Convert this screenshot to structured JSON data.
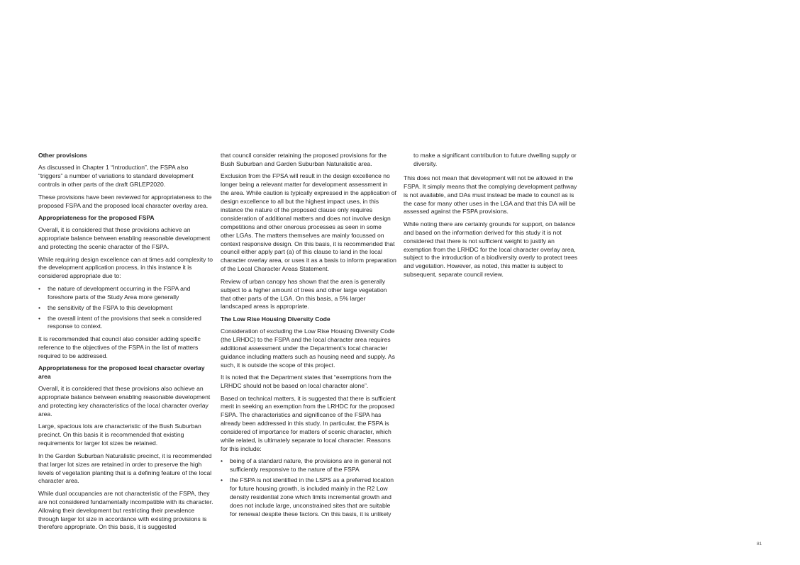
{
  "col1": {
    "h_other": "Other provisions",
    "p1": "As discussed in Chapter 1 “Introduction”, the FSPA also “triggers” a number of variations to standard development controls in other parts of the draft GRLEP2020.",
    "p2": "These provisions have been reviewed for appropriateness to the proposed FSPA and the proposed local character overlay area.",
    "h_fspa": "Appropriateness for the proposed FSPA",
    "p3": "Overall, it is considered that these provisions achieve an appropriate balance between enabling reasonable development and protecting the scenic character of the FSPA.",
    "p4": "While requiring design excellence can at times add complexity to the development application process, in this instance it is considered appropriate due to:",
    "bullets": [
      "the nature of development occurring in the FSPA and foreshore parts of the Study Area more generally",
      "the sensitivity of the FSPA to this development",
      "the overall intent of the provisions that seek a considered response to context."
    ],
    "p5": "It is recommended that council also consider adding specific reference to the objectives of the FSPA in the list of matters required to be addressed.",
    "h_lco": "Appropriateness for the proposed local character overlay area",
    "p6": "Overall, it is considered that these provisions also achieve an appropriate balance between enabling reasonable development and protecting key characteristics of the local character overlay area.",
    "p7": "Large, spacious lots are characteristic of the Bush Suburban precinct. On this basis it is recommended that existing requirements for larger lot sizes be retained.",
    "p8": "In the Garden Suburban Naturalistic precinct, it is recommended that larger lot sizes are retained in order to preserve the high levels of vegetation planting that is a defining feature of the local character area.",
    "p9": "While dual occupancies are not characteristic of the FSPA, they are not considered fundamentally incompatible with its character. Allowing their development but restricting their prevalence through larger lot size in accordance with existing provisions is therefore appropriate. On this basis, it is suggested"
  },
  "col2": {
    "p1": "that council consider retaining the proposed provisions for the Bush Suburban and Garden Suburban Naturalistic area.",
    "p2": "Exclusion from the FPSA will result in the design excellence no longer being a relevant matter for development assessment in the area. While caution is typically expressed in the application of design excellence to all but the highest impact uses, in this instance the nature of the proposed clause only requires consideration of additional matters and does not involve design competitions and other onerous processes as seen in some other LGAs. The matters themselves are mainly focussed on context responsive design. On this basis, it is recommended that council either apply part (a) of this clause to land in the local character overlay area, or uses it as a basis to inform preparation of the Local Character Areas Statement.",
    "p3": "Review of urban canopy has shown that the area is generally subject to a higher amount of trees and other large vegetation that other parts of the LGA. On this basis, a 5% larger landscaped areas is appropriate.",
    "h_lrhdc": "The Low Rise Housing Diversity Code",
    "p4": "Consideration of excluding the Low Rise Housing Diversity Code (the LRHDC) to the FSPA and the local character area requires additional assessment under the Department’s local character guidance including matters such as housing need and supply. As such, it is outside the scope of this project.",
    "p5": "It is noted that the Department states that “exemptions from the LRHDC should not be based on local character alone”.",
    "p6": "Based on technical matters, it is suggested that there is sufficient merit in seeking an exemption from the LRHDC for the proposed FSPA. The characteristics and significance of the FSPA has already been addressed in this study. In particular, the FSPA is considered of importance for matters of scenic character, which while related, is ultimately separate to local character. Reasons for this include:",
    "bullets": [
      "being of a standard nature, the provisions are in general not sufficiently responsive to the nature of the FSPA",
      "the FSPA is not identified in the LSPS as a preferred location for future housing growth, is included mainly in the R2 Low density residential zone which limits incremental growth and does not include large, unconstrained sites that are suitable for renewal despite these factors. On this basis, it is unlikely"
    ]
  },
  "col3": {
    "cont": "to make a significant contribution to future dwelling supply or diversity.",
    "p1": "This does not mean that development will not be allowed in the FSPA. It simply means that the complying development pathway is not available, and DAs must instead be made to council as is the case for many other uses in the LGA and that this DA will be assessed against the FSPA provisions.",
    "p2": "While noting there are certainly grounds for support, on balance and based on the information derived for this study it is not considered that there is not sufficient weight to justify an exemption from the LRHDC for the local character overlay area, subject to the introduction of a biodiversity overly to protect trees and vegetation. However, as noted, this matter is subject to subsequent, separate council review."
  },
  "page_number": "81"
}
